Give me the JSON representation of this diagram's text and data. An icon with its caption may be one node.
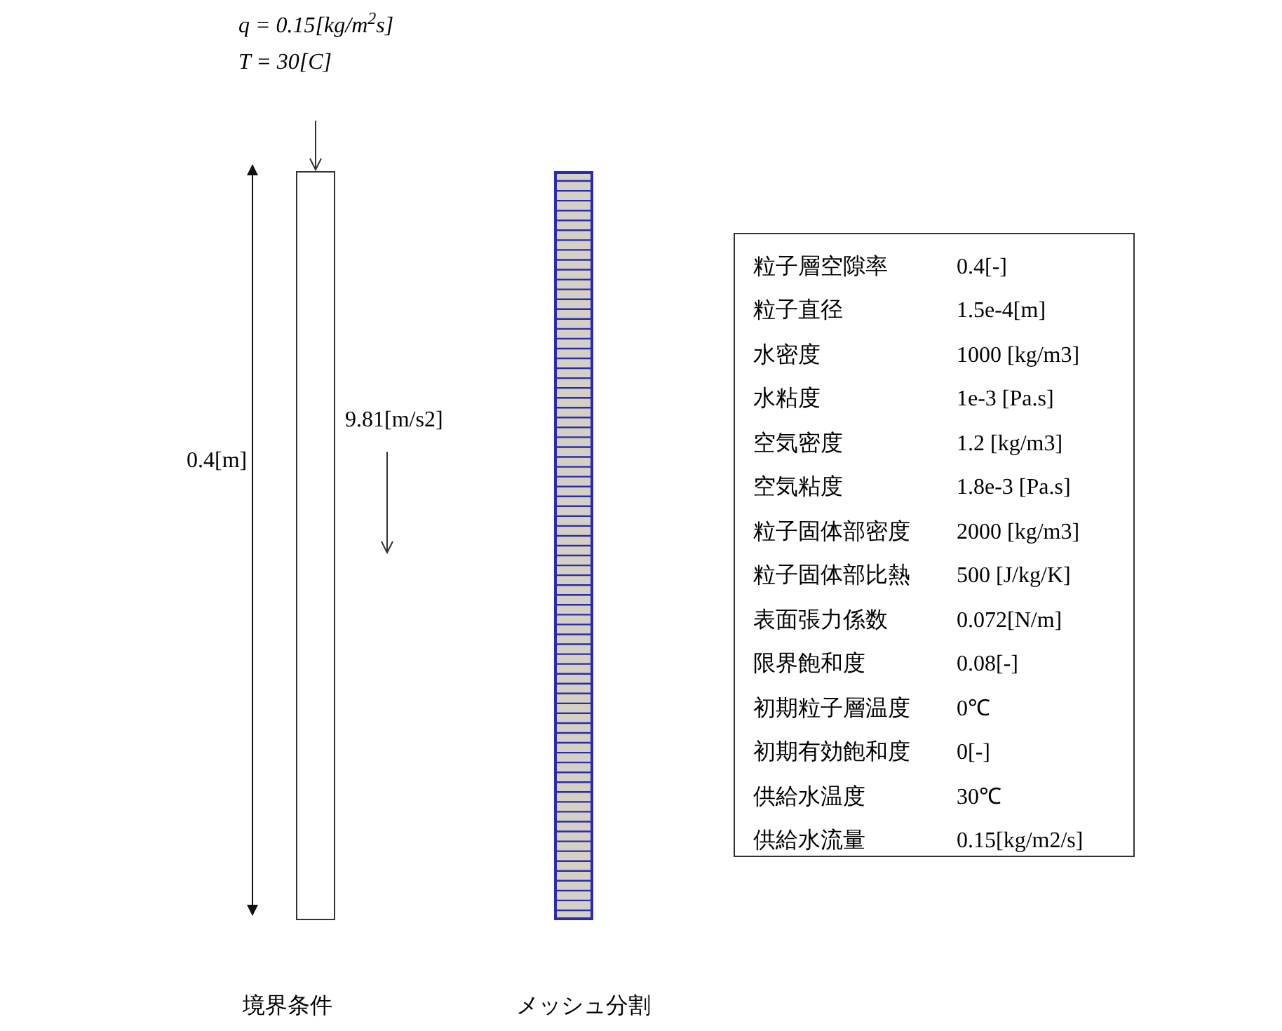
{
  "diagram": {
    "nodes": [
      {
        "text": [
          "q = 0.15[kg/m$^{2}$s]",
          "T = 30[C]"
        ]
      },
      {
        "text": [],
        "shape": "box",
        "beside": [
          "境界条件"
        ]
      },
      {
        "text": [],
        "shape": "bar",
        "beside": [
          "メッシュ分割"
        ]
      }
    ],
    "edges": [
      {
        "from": 0,
        "to": 1,
        "arrow": "to"
      }
    ],
    "labels": [
      "0.4[m]",
      "9.81[m/s2]",
      "粒子層空隙率",
      "0.4[-]",
      "粒子直径",
      "1.5e-4[m]",
      "水密度",
      "1000 [kg/m3]",
      "水粘度",
      "1e-3 [Pa.s]",
      "空気密度",
      "1.2 [kg/m3]",
      "空気粘度",
      "1.8e-3 [Pa.s]",
      "粒子固体部密度",
      "2000 [kg/m3]",
      "粒子固体部比熱",
      "500 [J/kg/K]",
      "表面張力係数",
      "0.072[N/m]",
      "限界飽和度",
      "0.08[-]",
      "初期粒子層温度",
      "0℃",
      "初期有効飽和度",
      "0[-]",
      "供給水温度",
      "30℃",
      "供給水流量",
      "0.15[kg/m2/s]"
    ]
  }
}
